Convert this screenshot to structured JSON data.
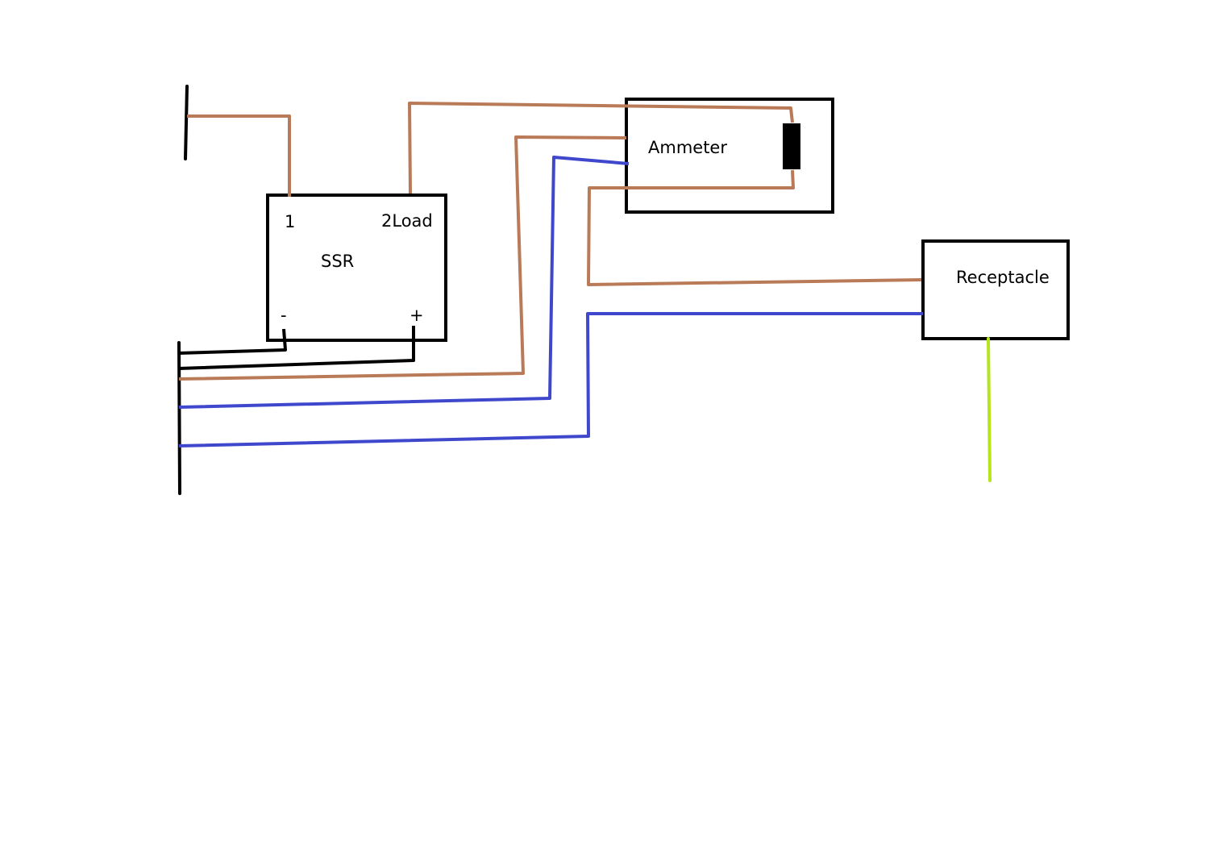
{
  "labels": {
    "ssr": "SSR",
    "ssr_terminal_1": "1",
    "ssr_terminal_2": "2Load",
    "ssr_minus": "-",
    "ssr_plus": "+",
    "ammeter": "Ammeter",
    "receptacle": "Receptacle"
  },
  "colors": {
    "background": "#ffffff",
    "outline": "#000000",
    "hot_wire": "#b97a57",
    "neutral_wire": "#3f48cc",
    "ground_wire": "#b5e61d",
    "control_wire": "#000000"
  }
}
